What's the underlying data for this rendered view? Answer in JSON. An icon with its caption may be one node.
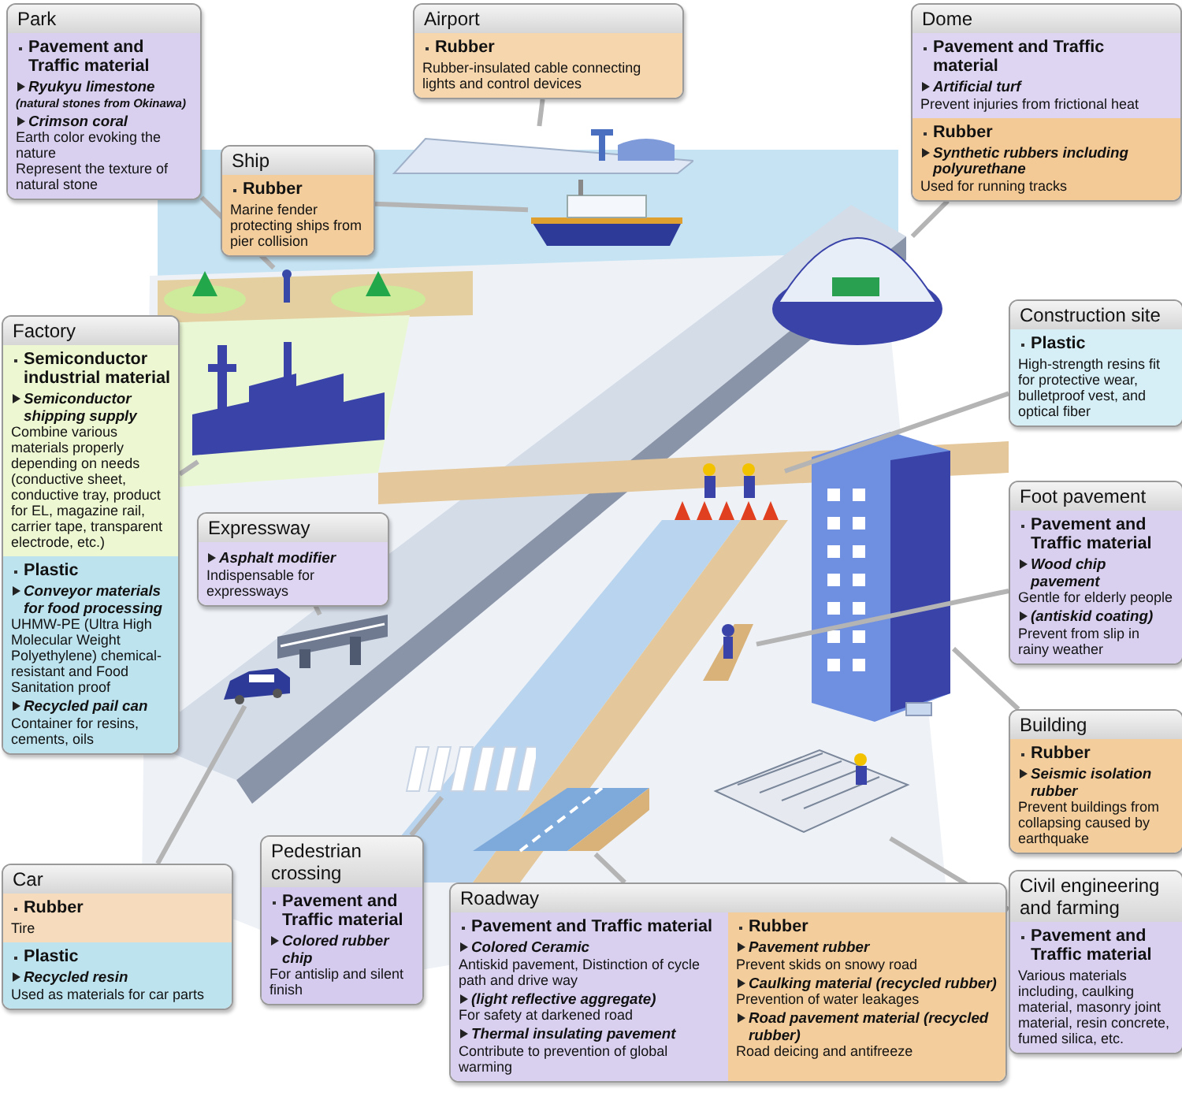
{
  "diagram": {
    "nodes": [
      {
        "text": [
          "Park"
        ]
      },
      {
        "text": [
          "Pavement and Traffic material",
          "Ryukyu limestone",
          "(natural stones from Okinawa)",
          "Crimson coral",
          "Earth color evoking the nature",
          "Represent the texture of natural stone"
        ],
        "in": 0
      },
      {
        "text": [
          "Airport"
        ]
      },
      {
        "text": [
          "Rubber",
          "Rubber-insulated cable connecting lights and control devices"
        ],
        "in": 2
      },
      {
        "text": [
          "Dome"
        ]
      },
      {
        "text": [
          "Pavement and Traffic material",
          "Artificial turf",
          "Prevent injuries from frictional heat"
        ],
        "in": 4
      },
      {
        "text": [
          "Rubber",
          "Synthetic rubbers including polyurethane",
          "Used for running tracks"
        ],
        "in": 4
      },
      {
        "text": [
          "Ship"
        ]
      },
      {
        "text": [
          "Rubber",
          "Marine fender protecting ships from pier collision"
        ],
        "in": 7
      },
      {
        "text": [
          "Factory"
        ]
      },
      {
        "text": [
          "Semiconductor industrial material",
          "Semiconductor shipping supply",
          "Combine various materials properly depending on needs (conductive sheet, conductive tray, product for EL, magazine rail, carrier tape, transparent electrode, etc.)"
        ],
        "in": 9
      },
      {
        "text": [
          "Plastic",
          "Conveyor materials for food processing",
          "UHMW-PE (Ultra High Molecular Weight Polyethylene) chemical-resistant and Food Sanitation proof",
          "Recycled pail can",
          "Container for resins, cements, oils"
        ],
        "in": 9
      },
      {
        "text": [
          "Construction site"
        ]
      },
      {
        "text": [
          "Plastic",
          "High-strength resins fit for protective wear, bulletproof vest, and optical fiber"
        ],
        "in": 12
      },
      {
        "text": [
          "Expressway"
        ]
      },
      {
        "text": [
          "Asphalt modifier",
          "Indispensable for expressways"
        ],
        "in": 14
      },
      {
        "text": [
          "Foot pavement"
        ]
      },
      {
        "text": [
          "Pavement and Traffic material",
          "Wood chip pavement",
          "Gentle for elderly people",
          "(antiskid coating)",
          "Prevent from slip in rainy weather"
        ],
        "in": 16
      },
      {
        "text": [
          "Building"
        ]
      },
      {
        "text": [
          "Rubber",
          "Seismic isolation rubber",
          "Prevent buildings from collapsing caused by earthquake"
        ],
        "in": 18
      },
      {
        "text": [
          "Car"
        ]
      },
      {
        "text": [
          "Rubber",
          "Tire"
        ],
        "in": 20
      },
      {
        "text": [
          "Plastic",
          "Recycled resin",
          "Used as materials for car parts"
        ],
        "in": 20
      },
      {
        "text": [
          "Pedestrian crossing"
        ]
      },
      {
        "text": [
          "Pavement and Traffic material",
          "Colored rubber chip",
          "For antislip and silent finish"
        ],
        "in": 23
      },
      {
        "text": [
          "Roadway"
        ]
      },
      {
        "text": [
          "Pavement and Traffic material",
          "Colored Ceramic",
          "Antiskid pavement, Distinction of cycle path and drive way",
          "(light reflective aggregate)",
          "For safety at darkened road",
          "Thermal insulating pavement",
          "Contribute to prevention of global warming"
        ],
        "in": 25
      },
      {
        "text": [
          "Rubber",
          "Pavement rubber",
          "Prevent skids on snowy road",
          "Caulking material (recycled rubber)",
          "Prevention of water leakages",
          "Road pavement material (recycled rubber)",
          "Road deicing and antifreeze"
        ],
        "in": 25
      },
      {
        "text": [
          "Civil engineering and farming"
        ]
      },
      {
        "text": [
          "Pavement and Traffic material",
          "Various materials including, caulking material, masonry joint material, resin concrete, fumed silica, etc."
        ],
        "in": 28
      },
      {
        "text": [],
        "shape": "picture"
      },
      {
        "text": [],
        "shape": "picture"
      },
      {
        "text": [],
        "shape": "picture"
      },
      {
        "text": [],
        "shape": "picture"
      },
      {
        "text": [],
        "shape": "picture"
      },
      {
        "text": [],
        "shape": "picture"
      },
      {
        "text": [],
        "shape": "picture"
      },
      {
        "text": [],
        "shape": "picture"
      },
      {
        "text": [],
        "shape": "picture"
      },
      {
        "text": [],
        "shape": "picture"
      },
      {
        "text": [],
        "shape": "picture"
      },
      {
        "text": [],
        "shape": "picture"
      },
      {
        "text": [],
        "shape": "picture"
      }
    ],
    "edges": [
      {
        "from": 0,
        "to": 30,
        "arrow": "none"
      },
      {
        "from": 2,
        "to": 31,
        "arrow": "none"
      },
      {
        "from": 4,
        "to": 32,
        "arrow": "none"
      },
      {
        "from": 7,
        "to": 33,
        "arrow": "none"
      },
      {
        "from": 9,
        "to": 34,
        "arrow": "none"
      },
      {
        "from": 12,
        "to": 35,
        "arrow": "none"
      },
      {
        "from": 14,
        "to": 36,
        "arrow": "none"
      },
      {
        "from": 16,
        "to": 37,
        "arrow": "none"
      },
      {
        "from": 18,
        "to": 38,
        "arrow": "none"
      },
      {
        "from": 20,
        "to": 39,
        "arrow": "none"
      },
      {
        "from": 23,
        "to": 40,
        "arrow": "none"
      },
      {
        "from": 25,
        "to": 41,
        "arrow": "none"
      },
      {
        "from": 28,
        "to": 42,
        "arrow": "none"
      }
    ]
  }
}
